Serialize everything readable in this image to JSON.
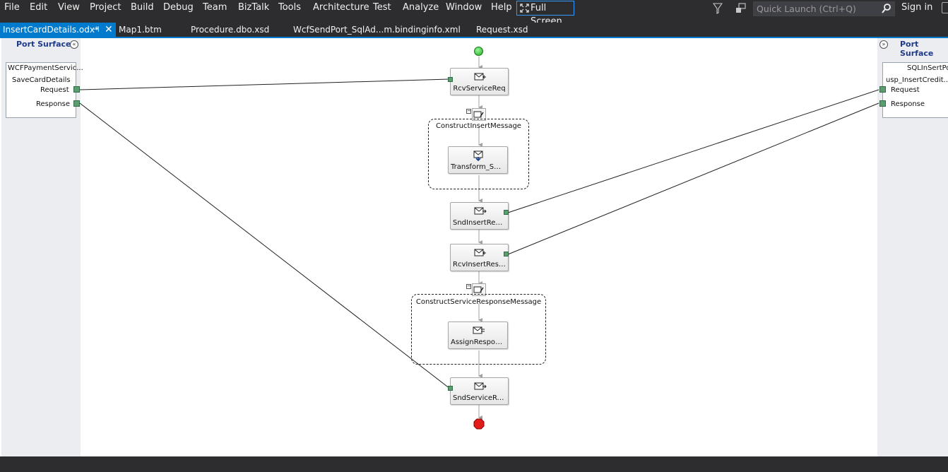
{
  "menu": {
    "items": [
      "File",
      "Edit",
      "View",
      "Project",
      "Build",
      "Debug",
      "Team",
      "BizTalk",
      "Tools",
      "Architecture",
      "Test",
      "Analyze",
      "Window",
      "Help"
    ],
    "fullscreen_label": "Full Screen",
    "quick_launch_placeholder": "Quick Launch (Ctrl+Q)",
    "signin_label": "Sign in"
  },
  "tabs": {
    "active": "InsertCardDetails.odx*",
    "others": [
      "Map1.btm",
      "Procedure.dbo.xsd",
      "WcfSendPort_SqlAd...m.bindinginfo.xml",
      "Request.xsd"
    ]
  },
  "port_surface": {
    "left_title": "Port Surface",
    "right_title": "Port Surface",
    "left_port": {
      "name": "WCFPaymentServic...",
      "operation": "SaveCardDetails",
      "request": "Request",
      "response": "Response"
    },
    "right_port": {
      "name": "SQLInSertPor",
      "operation": "usp_InsertCredit...",
      "request": "Request",
      "response": "Response"
    }
  },
  "orchestration": {
    "rcv_service_req": "RcvServiceReq",
    "construct_insert": "ConstructInsertMessage",
    "transform": "Transform_Ser...",
    "snd_insert_req": "SndInsertReq...",
    "rcv_insert_resp": "RcvInsertResp...",
    "construct_response": "ConstructServiceResponseMessage",
    "assign_response": "AssignResponse",
    "snd_service_res": "SndServiceRes..."
  },
  "colors": {
    "accent": "#007acc",
    "chrome": "#2d2d30",
    "port_connector": "#5a9e70",
    "start": "#1faa1f",
    "end": "#e21b1b"
  }
}
